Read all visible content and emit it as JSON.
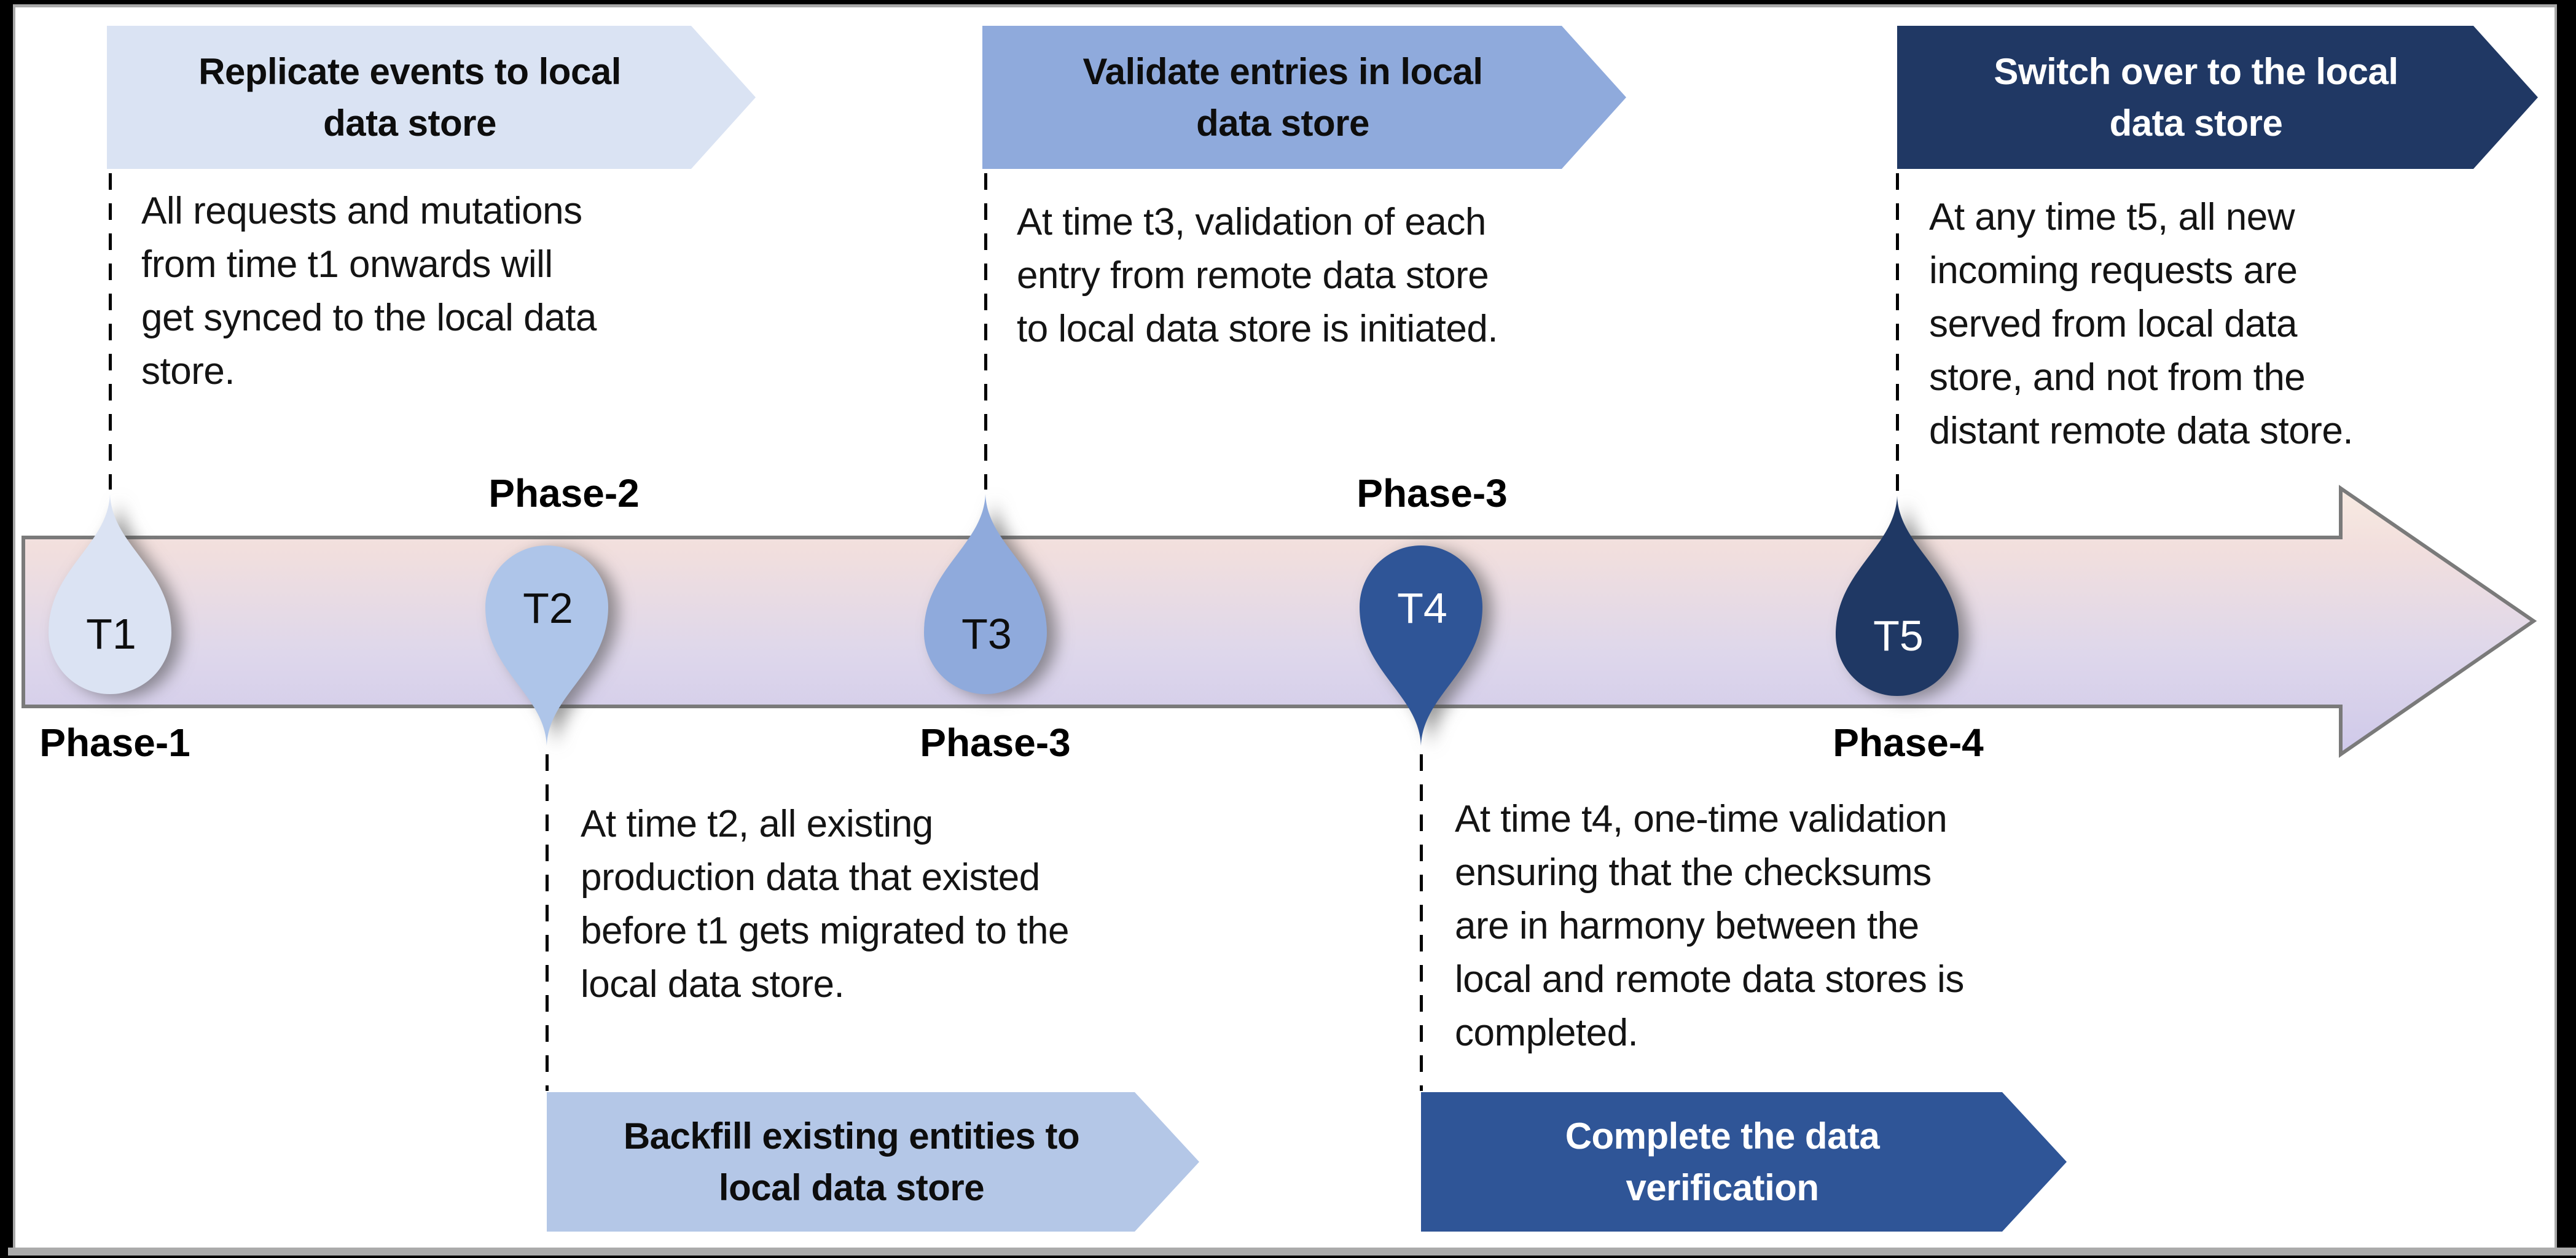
{
  "slide": {
    "banners": [
      {
        "id": "replicate",
        "title_lines": [
          "Replicate events to local",
          "data store"
        ],
        "bg": "#dae3f3",
        "text_color": "#0d0d0d"
      },
      {
        "id": "validate",
        "title_lines": [
          "Validate entries in local",
          "data store"
        ],
        "bg": "#8faadc",
        "text_color": "#0d0d0d"
      },
      {
        "id": "switch-over",
        "title_lines": [
          "Switch over to the local",
          "data store"
        ],
        "bg": "#203864",
        "text_color": "#ffffff"
      },
      {
        "id": "backfill",
        "title_lines": [
          "Backfill existing entities to",
          "local data store"
        ],
        "bg": "#b4c7e7",
        "text_color": "#0d0d0d"
      },
      {
        "id": "complete-verification",
        "title_lines": [
          "Complete the data",
          "verification"
        ],
        "bg": "#2f5597",
        "text_color": "#ffffff"
      }
    ],
    "markers": [
      {
        "label": "T1",
        "direction": "up",
        "fill": "#dbe3f3",
        "text_color": "#0d0d0d"
      },
      {
        "label": "T2",
        "direction": "down",
        "fill": "#aec5e9",
        "text_color": "#0d0d0d"
      },
      {
        "label": "T3",
        "direction": "up",
        "fill": "#8faadc",
        "text_color": "#0d0d0d"
      },
      {
        "label": "T4",
        "direction": "down",
        "fill": "#2f5597",
        "text_color": "#ffffff"
      },
      {
        "label": "T5",
        "direction": "up",
        "fill": "#1f3864",
        "text_color": "#ffffff"
      }
    ],
    "phase_labels": [
      {
        "text": "Phase-1",
        "marker": "T1",
        "position": "below"
      },
      {
        "text": "Phase-2",
        "marker": "T2",
        "position": "above"
      },
      {
        "text": "Phase-3",
        "marker": "T3",
        "position": "below"
      },
      {
        "text": "Phase-3",
        "marker": "T4",
        "position": "above"
      },
      {
        "text": "Phase-4",
        "marker": "T5",
        "position": "below"
      }
    ],
    "descriptions": [
      {
        "marker": "T1",
        "lines": [
          "All requests and mutations",
          "from time t1 onwards will",
          "get synced to the local data",
          "store."
        ]
      },
      {
        "marker": "T2",
        "lines": [
          "At time t2, all existing",
          "production data that existed",
          "before t1 gets migrated to the",
          "local data store."
        ]
      },
      {
        "marker": "T3",
        "lines": [
          "At time t3, validation of each",
          "entry from remote data store",
          "to local data store is initiated."
        ]
      },
      {
        "marker": "T4",
        "lines": [
          "At time t4, one-time validation",
          "ensuring that the checksums",
          "are in harmony between the",
          "local and remote data stores is",
          "completed."
        ]
      },
      {
        "marker": "T5",
        "lines": [
          "At any time t5, all new",
          "incoming requests are",
          "served from local data",
          "store, and not from the",
          "distant remote data store."
        ]
      }
    ],
    "timeline": {
      "stroke": "#7a7a7a",
      "gradient_head_top": "#f8ebe2",
      "gradient_top": "#f2dfdd",
      "gradient_mid": "#ded7eb",
      "gradient_bottom": "#cfc9ea"
    }
  }
}
